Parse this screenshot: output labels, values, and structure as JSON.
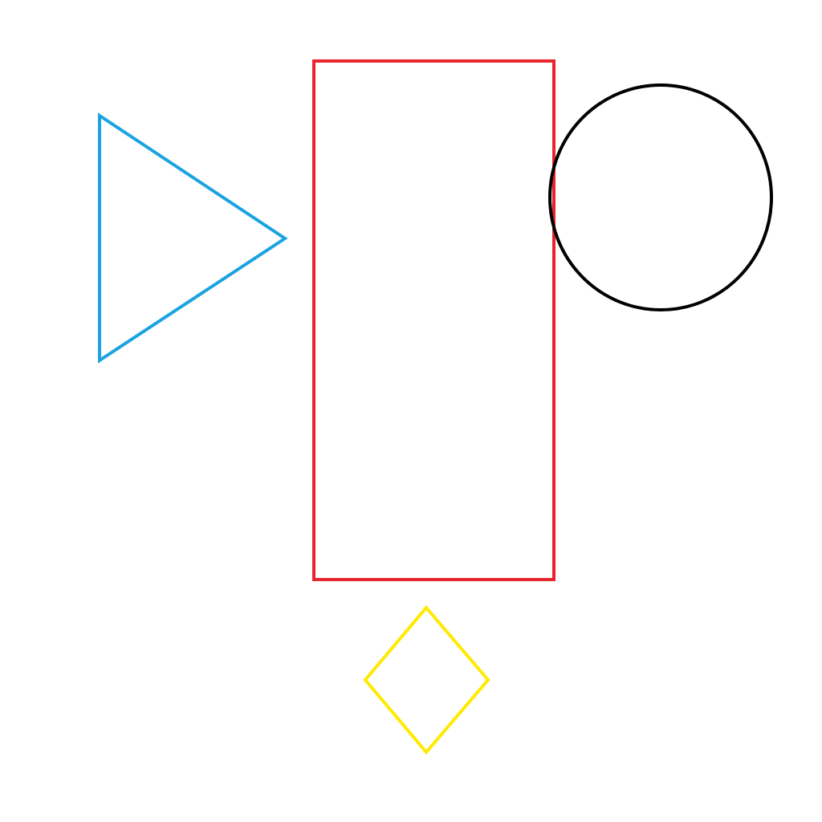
{
  "shapes": [
    {
      "name": "triangle",
      "kind": "triangle",
      "orientation": "pointing-right",
      "color": "#1aa3e0"
    },
    {
      "name": "rectangle",
      "kind": "rectangle",
      "color": "#e8242c"
    },
    {
      "name": "circle",
      "kind": "circle",
      "color": "#000000"
    },
    {
      "name": "diamond",
      "kind": "diamond",
      "color": "#ffea00"
    }
  ]
}
